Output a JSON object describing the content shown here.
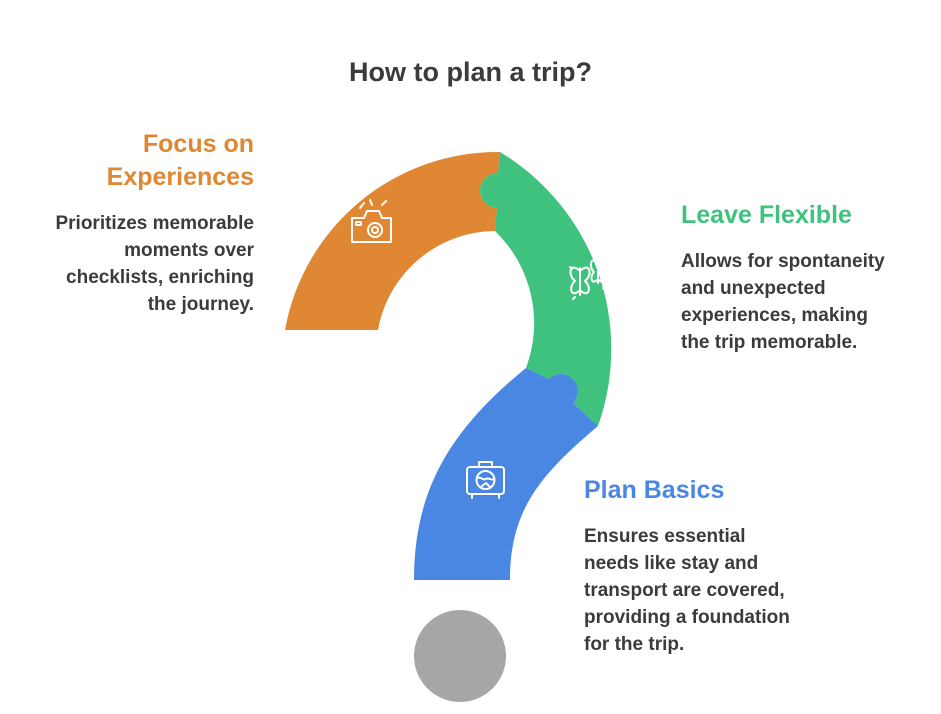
{
  "title": "How to plan a trip?",
  "colors": {
    "experiences": "#e08733",
    "flexible": "#3fc27d",
    "basics": "#4a87e3",
    "dot": "#a6a6a6",
    "text": "#3b3b3b"
  },
  "segments": [
    {
      "key": "experiences",
      "heading_line1": "Focus on",
      "heading_line2": "Experiences",
      "description": [
        "Prioritizes memorable",
        "moments over",
        "checklists, enriching",
        "the journey."
      ],
      "icon": "camera-icon"
    },
    {
      "key": "flexible",
      "heading": "Leave Flexible",
      "description": [
        "Allows for spontaneity",
        "and unexpected",
        "experiences, making",
        "the trip memorable."
      ],
      "icon": "butterflies-icon"
    },
    {
      "key": "basics",
      "heading": "Plan Basics",
      "description": [
        "Ensures essential",
        "needs like stay and",
        "transport are covered,",
        "providing a foundation",
        "for the trip."
      ],
      "icon": "suitcase-icon"
    }
  ]
}
